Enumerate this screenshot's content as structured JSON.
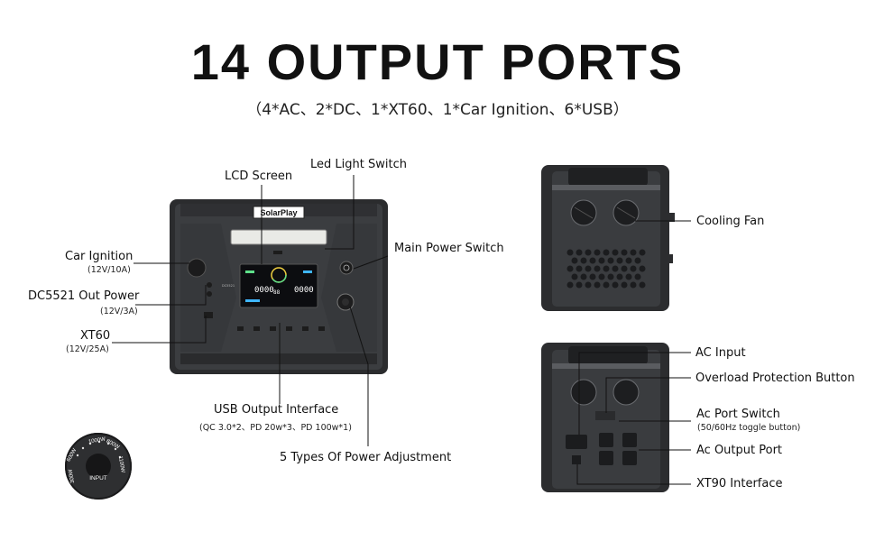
{
  "title": "14 OUTPUT PORTS",
  "subtitle": "（4*AC、2*DC、1*XT60、1*Car Ignition、6*USB）",
  "brand": "SolarPlay",
  "front_labels": {
    "lcd_screen": "LCD Screen",
    "led_switch": "Led Light Switch",
    "main_power": "Main Power Switch",
    "car_ignition": "Car Ignition",
    "car_ignition_spec": "(12V/10A)",
    "dc5521": "DC5521 Out Power",
    "dc5521_spec": "(12V/3A)",
    "xt60": "XT60",
    "xt60_spec": "(12V/25A)",
    "usb_output": "USB Output Interface",
    "usb_spec": "(QC 3.0*2、PD 20w*3、PD 100w*1)",
    "power_adjust": "5 Types Of Power Adjustment"
  },
  "side_labels": {
    "cooling_fan": "Cooling Fan",
    "ac_input": "AC Input",
    "overload": "Overload Protection Button",
    "ac_switch": "Ac Port Switch",
    "ac_switch_spec": "(50/60Hz toggle button)",
    "ac_output": "Ac Output Port",
    "xt90": "XT90 Interface"
  },
  "dial": {
    "center": "INPUT",
    "marks": [
      "600W",
      "1000W",
      "800W",
      "1100W",
      "300W"
    ]
  },
  "lcd": {
    "left_value": "0000",
    "right_value": "0000",
    "center_value": "88"
  },
  "colors": {
    "body": "#3a3c3f",
    "frame": "#2a2b2d",
    "accent_green": "#5ee08a",
    "accent_blue": "#3fb6ff",
    "leader": "#111111"
  }
}
